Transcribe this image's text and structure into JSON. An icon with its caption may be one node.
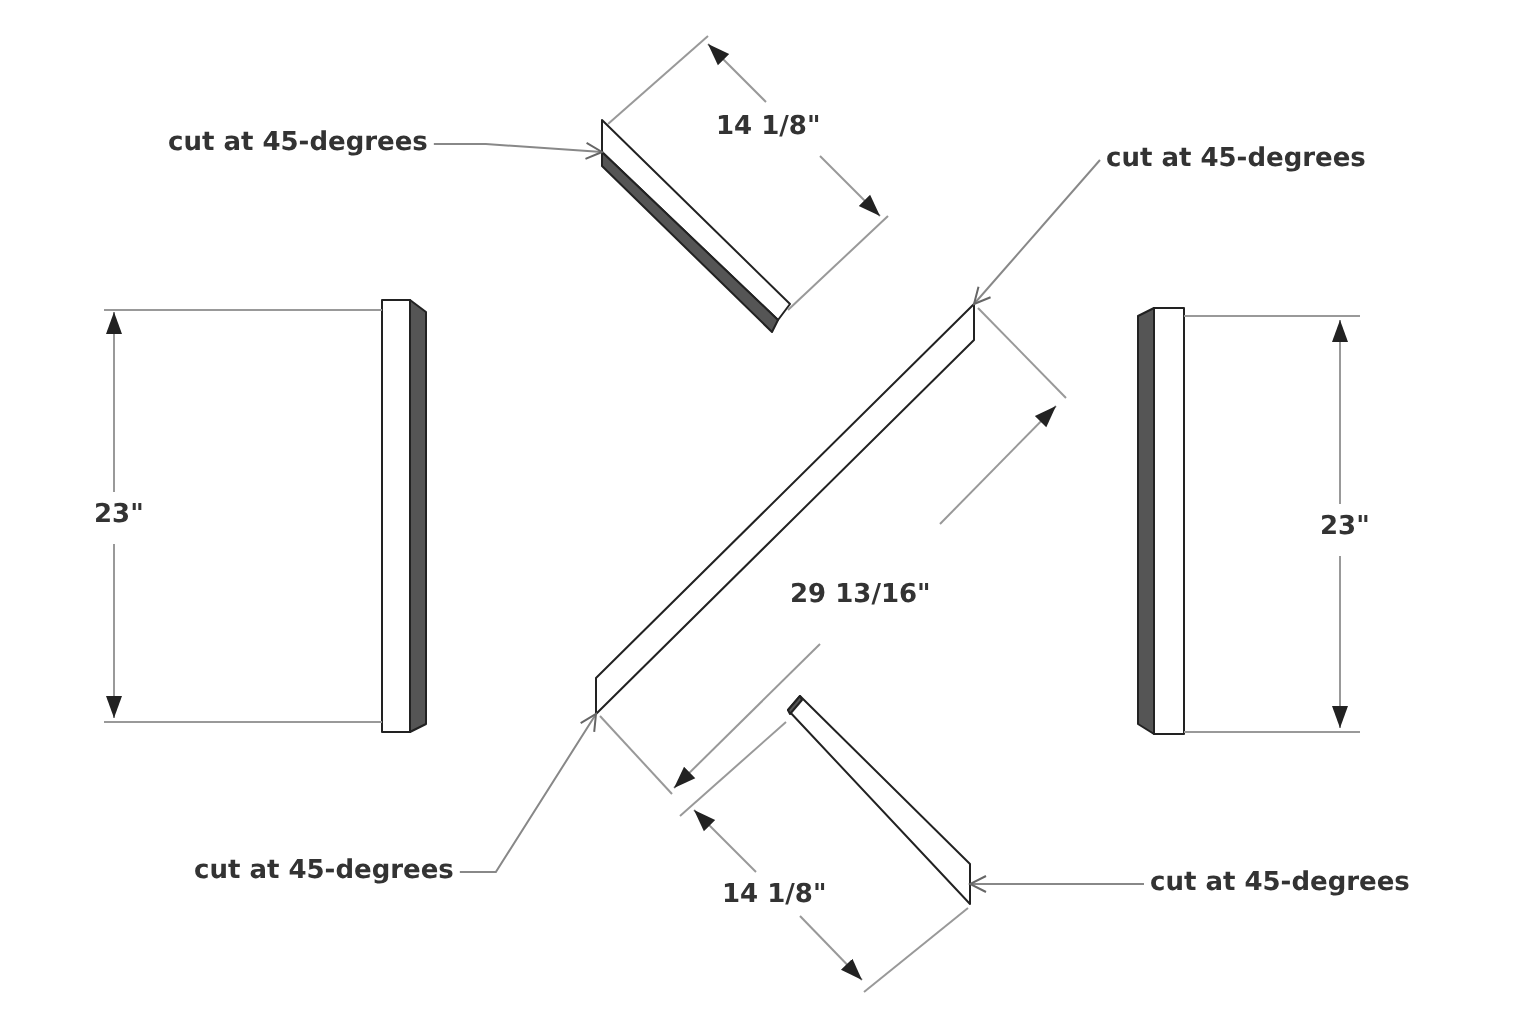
{
  "diagram": {
    "nodes": [
      {
        "text": [
          "cut at 45-degrees"
        ]
      },
      {
        "text": [
          "cut at 45-degrees"
        ]
      },
      {
        "text": [
          "cut at 45-degrees"
        ]
      },
      {
        "text": [
          "cut at 45-degrees"
        ]
      },
      {
        "text": [],
        "shape": "bar"
      },
      {
        "text": [],
        "shape": "bar"
      },
      {
        "text": [],
        "shape": "bar"
      },
      {
        "text": [],
        "shape": "bar"
      },
      {
        "text": [],
        "shape": "bar"
      }
    ],
    "edges": [
      {
        "from": 0,
        "to": 5,
        "arrow": "to"
      },
      {
        "from": 1,
        "to": 6,
        "arrow": "to"
      },
      {
        "from": 2,
        "to": 6,
        "arrow": "to"
      },
      {
        "from": 3,
        "to": 7,
        "arrow": "to"
      }
    ],
    "labels": [
      "14 1/8\"",
      "23\"",
      "23\"",
      "29 13/16\"",
      "14 1/8\""
    ]
  }
}
